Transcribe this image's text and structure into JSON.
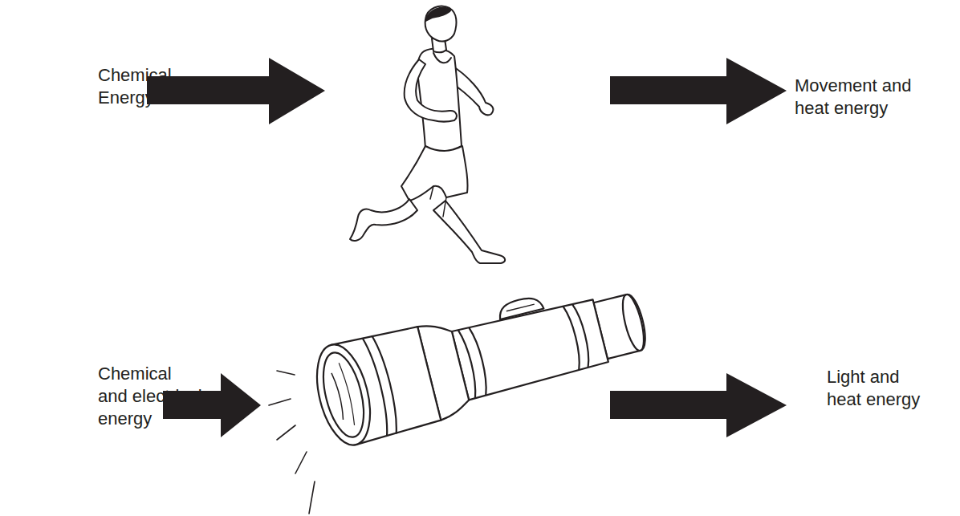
{
  "diagram": {
    "labels": [
      "Chemical Energy",
      "Movement and heat energy",
      "Chemical and electrical energy",
      "Light and heat energy"
    ]
  }
}
